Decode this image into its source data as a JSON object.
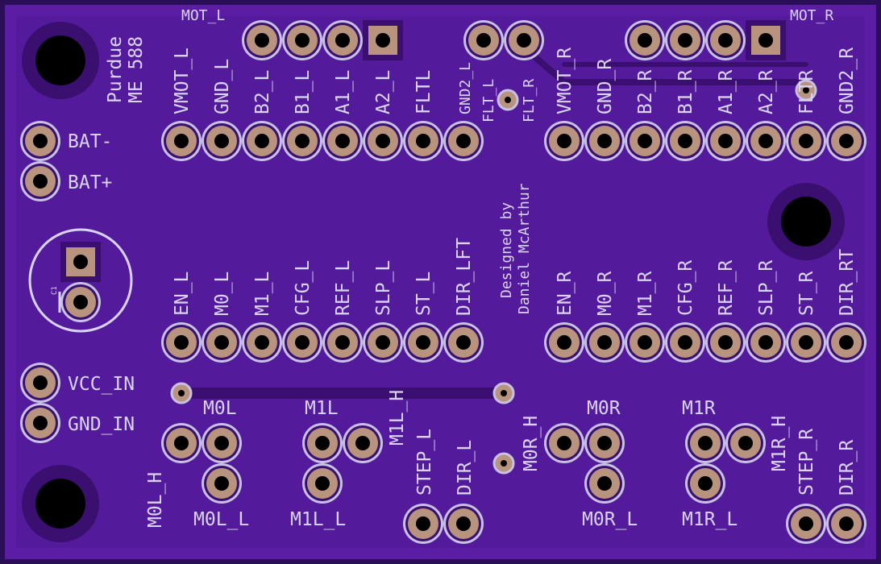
{
  "colors": {
    "board_edge": "#2a0f57",
    "board": "#5a1da3",
    "pour": "#4b1690",
    "trace": "#3a0f70",
    "pad": "#c8c1e6",
    "copper": "#b8937e",
    "hole": "#000000",
    "silk": "#d9d4f0"
  },
  "title": {
    "line1": "Purdue",
    "line2": "ME 588",
    "credit1": "Designed by",
    "credit2": "Daniel McArthur"
  },
  "connectors": {
    "mot_l": "MOT_L",
    "mot_r": "MOT_R",
    "flt_l": "FLT_L",
    "flt_r": "FLT_R",
    "bat_minus": "BAT-",
    "bat_plus": "BAT+",
    "vcc_in": "VCC_IN",
    "gnd_in": "GND_IN",
    "cap": "C1"
  },
  "top_left_labels": [
    "VMOT_L",
    "GND_L",
    "B2_L",
    "B1_L",
    "A1_L",
    "A2_L",
    "FLTL",
    "GND2_L"
  ],
  "top_right_labels": [
    "VMOT_R",
    "GND_R",
    "B2_R",
    "B1_R",
    "A1_R",
    "A2_R",
    "FLTR",
    "GND2_R"
  ],
  "mid_left_labels": [
    "EN_L",
    "M0_L",
    "M1_L",
    "CFG_L",
    "REF_L",
    "SLP_L",
    "ST_L",
    "DIR_LFT"
  ],
  "mid_right_labels": [
    "EN_R",
    "M0_R",
    "M1_R",
    "CFG_R",
    "REF_R",
    "SLP_R",
    "ST_R",
    "DIR_RT"
  ],
  "jumpers": {
    "m0l": "M0L",
    "m0l_h": "M0L_H",
    "m0l_l": "M0L_L",
    "m1l": "M1L",
    "m1l_h": "M1L_H",
    "m1l_l": "M1L_L",
    "m0r": "M0R",
    "m0r_h": "M0R_H",
    "m0r_l": "M0R_L",
    "m1r": "M1R",
    "m1r_h": "M1R_H",
    "m1r_l": "M1R_L"
  },
  "bottom_labels": {
    "step_l": "STEP_L",
    "dir_l": "DIR_L",
    "step_r": "STEP_R",
    "dir_r": "DIR_R"
  }
}
